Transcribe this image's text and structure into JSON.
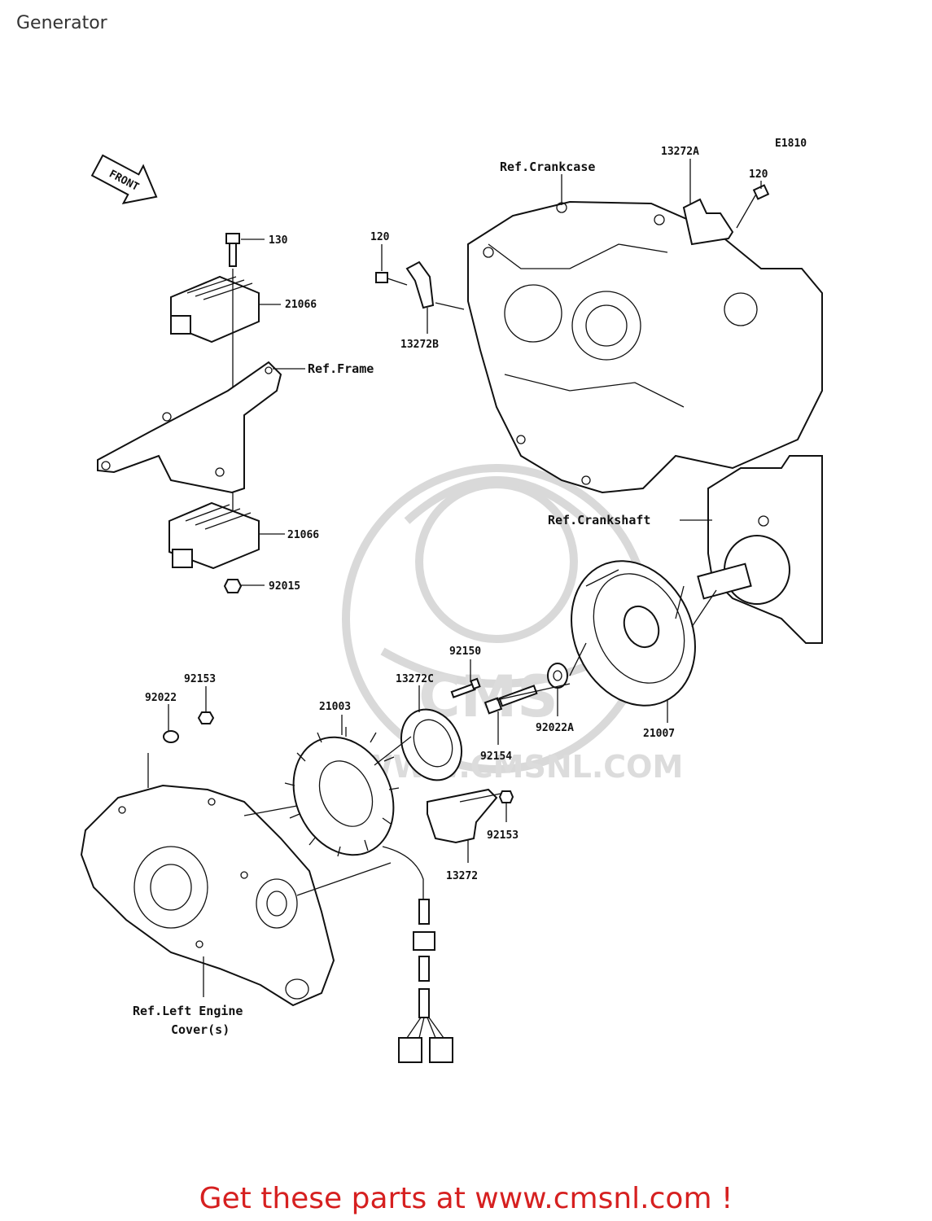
{
  "page": {
    "title": "Generator"
  },
  "diagram": {
    "code": "E1810",
    "front_arrow": "FRONT",
    "watermark": "WWW.CMSNL.COM",
    "references": {
      "crankcase": "Ref.Crankcase",
      "frame": "Ref.Frame",
      "crankshaft": "Ref.Crankshaft",
      "left_engine_cover_line1": "Ref.Left Engine",
      "left_engine_cover_line2": "Cover(s)"
    },
    "parts": {
      "p13272A": "13272A",
      "p120_right": "120",
      "p120_left": "120",
      "p13272B": "13272B",
      "p130": "130",
      "p21066_top": "21066",
      "p21066_bottom": "21066",
      "p92015": "92015",
      "p92150": "92150",
      "p13272C": "13272C",
      "p21003": "21003",
      "p92153_top": "92153",
      "p92022": "92022",
      "p92022A": "92022A",
      "p92154": "92154",
      "p21007": "21007",
      "p92153_right": "92153",
      "p13272": "13272"
    }
  },
  "footer": {
    "banner": "Get these parts at www.cmsnl.com !"
  }
}
